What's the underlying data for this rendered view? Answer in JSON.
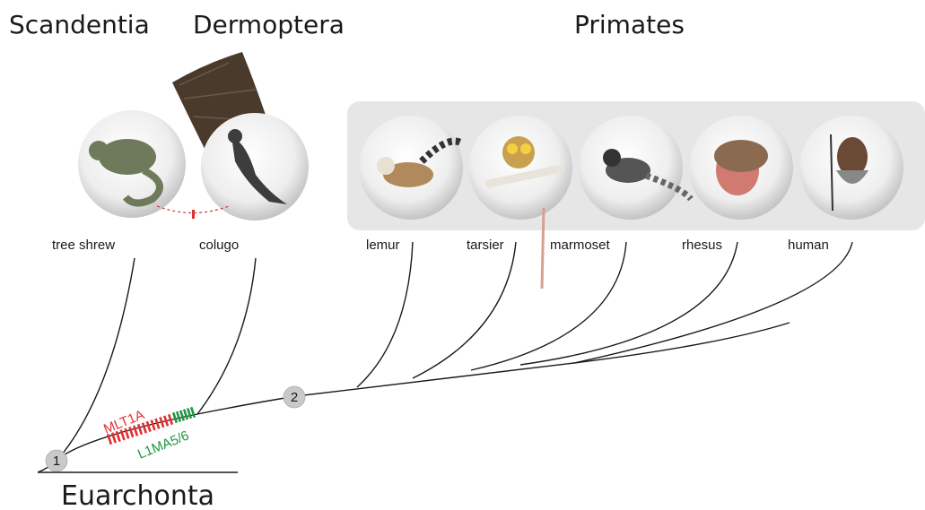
{
  "clades": {
    "scandentia": "Scandentia",
    "dermoptera": "Dermoptera",
    "primates": "Primates",
    "euarchonta": "Euarchonta"
  },
  "taxa": [
    {
      "key": "tree-shrew",
      "label": "tree shrew"
    },
    {
      "key": "colugo",
      "label": "colugo"
    },
    {
      "key": "lemur",
      "label": "lemur"
    },
    {
      "key": "tarsier",
      "label": "tarsier"
    },
    {
      "key": "marmoset",
      "label": "marmoset"
    },
    {
      "key": "rhesus",
      "label": "rhesus"
    },
    {
      "key": "human",
      "label": "human"
    }
  ],
  "nodes": [
    {
      "key": "node-1",
      "label": "1"
    },
    {
      "key": "node-2",
      "label": "2"
    }
  ],
  "markers": [
    {
      "key": "mlt1a",
      "label": "MLT1A",
      "color": "#e03030"
    },
    {
      "key": "l1ma5-6",
      "label": "L1MA5/6",
      "color": "#1e9640"
    }
  ],
  "colors": {
    "primates_panel": "#e6e6e6",
    "node_fill": "#c9c9c9",
    "branch": "#1a1a1a"
  }
}
